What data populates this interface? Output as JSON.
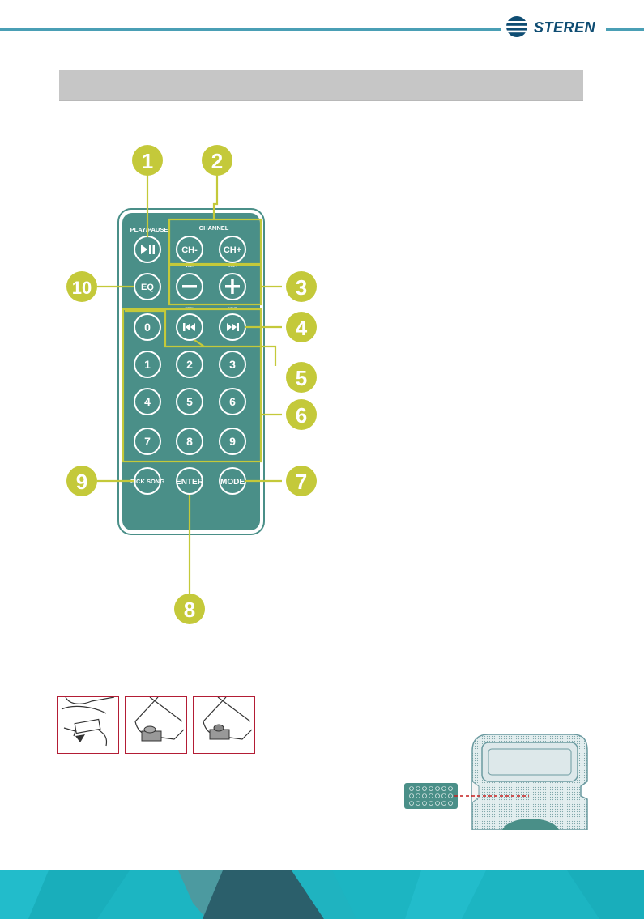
{
  "header": {
    "brand": "STEREN",
    "brand_color": "#0f4d73",
    "line_color": "#4a9fb5",
    "logo_icon": "steren-logo-icon"
  },
  "section_bar": {
    "title": ""
  },
  "remote": {
    "body_color": "#4a8f88",
    "highlight_color": "#c4c93a",
    "labels": {
      "play_pause": "PLAY/PAUSE",
      "channel": "CHANNEL",
      "vol_minus": "VOL-",
      "vol_plus": "VOL+",
      "prev": "PREV",
      "next": "NEXT"
    },
    "buttons": {
      "ch_minus": "CH-",
      "ch_plus": "CH+",
      "eq": "EQ",
      "zero": "0",
      "one": "1",
      "two": "2",
      "three": "3",
      "four": "4",
      "five": "5",
      "six": "6",
      "seven": "7",
      "eight": "8",
      "nine": "9",
      "pick_song": "PICK SONG",
      "enter": "ENTER",
      "mode": "MODE"
    },
    "icons": {
      "play_pause": "play-pause-icon",
      "vol_minus": "minus-icon",
      "vol_plus": "plus-icon",
      "prev": "previous-track-icon",
      "next": "next-track-icon"
    }
  },
  "callouts": [
    "1",
    "2",
    "3",
    "4",
    "5",
    "6",
    "7",
    "8",
    "9",
    "10"
  ],
  "battery_steps": {
    "icons": [
      "battery-tray-release-icon",
      "battery-tray-insert-icon",
      "battery-tray-closed-icon"
    ],
    "frame_color": "#b31d35"
  },
  "speaker_diagram": {
    "icons": [
      "mini-remote-icon",
      "speaker-front-icon"
    ],
    "signal_line_color": "#c41e1e"
  },
  "footer": {
    "colors": [
      "#1cb5c2",
      "#2b5f6b",
      "#4c9aa0"
    ]
  }
}
